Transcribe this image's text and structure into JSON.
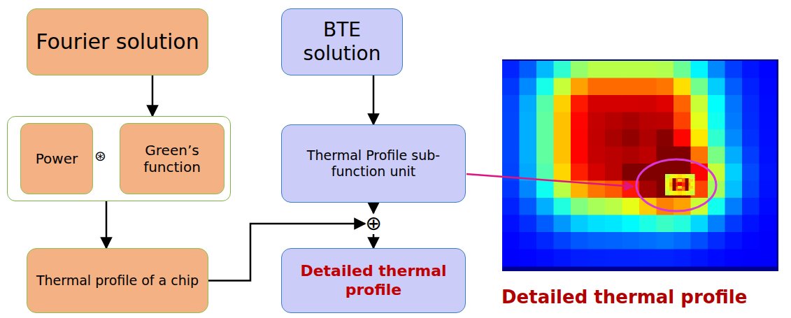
{
  "diagram": {
    "nodes": [
      {
        "text": [
          "Fourier solution"
        ]
      },
      {
        "text": [
          "BTE solution"
        ]
      },
      {
        "text": [
          "⊛"
        ]
      },
      {
        "text": [
          "Power"
        ],
        "in": 2
      },
      {
        "text": [
          "Green’s function"
        ],
        "in": 2
      },
      {
        "text": [
          "Thermal Profile sub-function unit"
        ]
      },
      {
        "text": [
          "⊕"
        ]
      },
      {
        "text": [
          "Thermal profile of a chip"
        ]
      },
      {
        "text": [
          "Detailed thermal profile"
        ]
      }
    ],
    "edges": [
      {
        "from": 0,
        "to": 2,
        "arrow": "to"
      },
      {
        "from": 1,
        "to": 5,
        "arrow": "to"
      },
      {
        "from": 2,
        "to": 7,
        "arrow": "to"
      },
      {
        "from": 5,
        "to": 6,
        "arrow": "to"
      },
      {
        "from": 7,
        "to": 6,
        "arrow": "to"
      },
      {
        "from": 6,
        "to": 8,
        "arrow": "to"
      }
    ],
    "labels": [
      "Detailed thermal profile"
    ]
  }
}
